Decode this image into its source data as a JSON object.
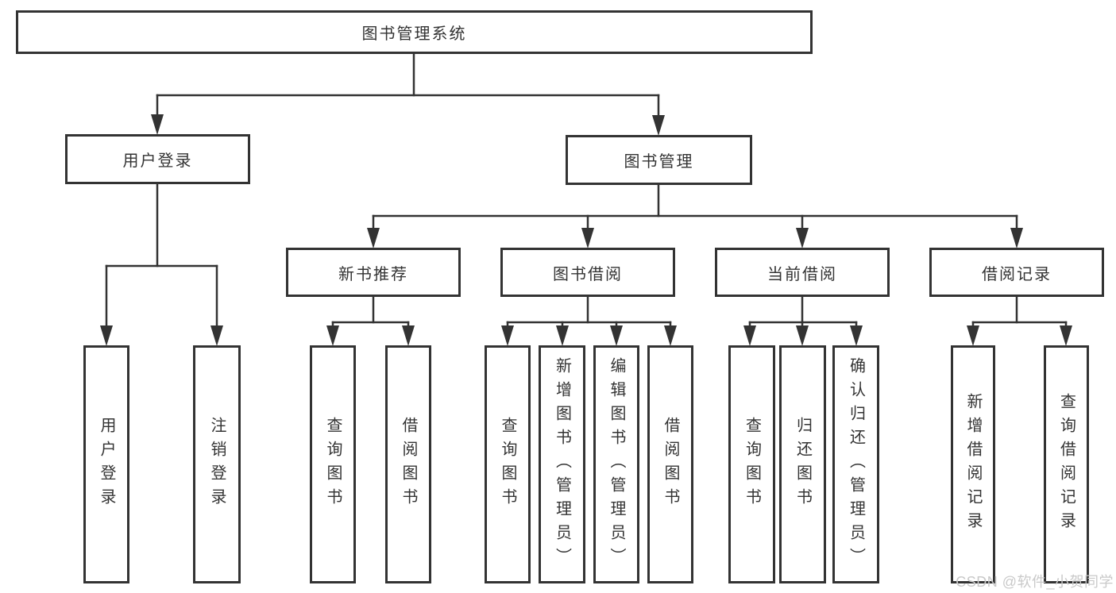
{
  "colors": {
    "line": "#333333",
    "text": "#333333",
    "box_background": "#ffffff",
    "page_background": "#ffffff",
    "watermark": "#c9c9c9"
  },
  "watermark": {
    "text": "CSDN @软件_小贺同学"
  },
  "tree": {
    "root": {
      "label": "图书管理系统"
    },
    "level2": [
      {
        "label": "用户登录",
        "parent": "图书管理系统"
      },
      {
        "label": "图书管理",
        "parent": "图书管理系统"
      }
    ],
    "level3": [
      {
        "label": "新书推荐",
        "parent": "图书管理"
      },
      {
        "label": "图书借阅",
        "parent": "图书管理"
      },
      {
        "label": "当前借阅",
        "parent": "图书管理"
      },
      {
        "label": "借阅记录",
        "parent": "图书管理"
      }
    ],
    "leaves": [
      {
        "label": "用户登录",
        "parent": "用户登录"
      },
      {
        "label": "注销登录",
        "parent": "用户登录"
      },
      {
        "label": "查询图书",
        "parent": "新书推荐"
      },
      {
        "label": "借阅图书",
        "parent": "新书推荐"
      },
      {
        "label": "查询图书",
        "parent": "图书借阅"
      },
      {
        "label": "新增图书（管理员）",
        "parent": "图书借阅"
      },
      {
        "label": "编辑图书（管理员）",
        "parent": "图书借阅"
      },
      {
        "label": "借阅图书",
        "parent": "图书借阅"
      },
      {
        "label": "查询图书",
        "parent": "当前借阅"
      },
      {
        "label": "归还图书",
        "parent": "当前借阅"
      },
      {
        "label": "确认归还（管理员）",
        "parent": "当前借阅"
      },
      {
        "label": "新增借阅记录",
        "parent": "借阅记录"
      },
      {
        "label": "查询借阅记录",
        "parent": "借阅记录"
      }
    ]
  }
}
